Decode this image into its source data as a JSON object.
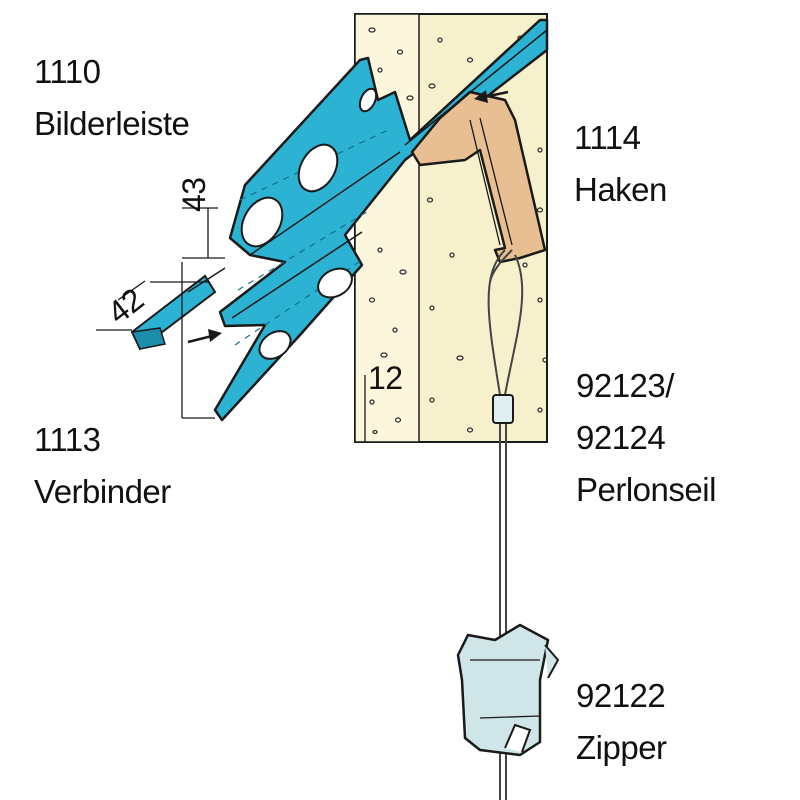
{
  "labels": {
    "bilderleiste": {
      "code": "1110",
      "name": "Bilderleiste"
    },
    "haken": {
      "code": "1114",
      "name": "Haken"
    },
    "verbinder": {
      "code": "1113",
      "name": "Verbinder"
    },
    "perlonseil": {
      "code_a": "92123/",
      "code_b": "92124",
      "name": "Perlonseil"
    },
    "zipper": {
      "code": "92122",
      "name": "Zipper"
    }
  },
  "dimensions": {
    "height": "43",
    "width": "42",
    "wall": "12"
  },
  "colors": {
    "rail": "#2cb2d2",
    "wall": "#f5edc6",
    "hook": "#e7bf92",
    "zipper": "#cfe5e8",
    "outline": "#1a1a1a"
  }
}
